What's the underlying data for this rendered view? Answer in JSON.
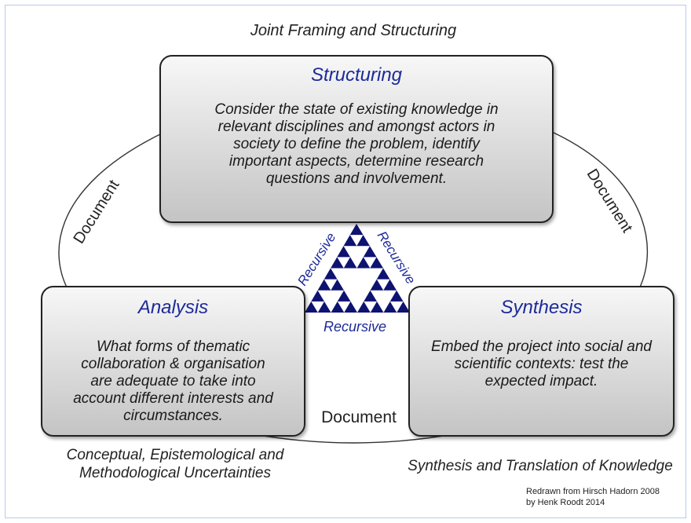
{
  "diagram": {
    "top_caption": "Joint Framing and Structuring",
    "structuring": {
      "title": "Structuring",
      "body": "Consider the state of existing knowledge in relevant disciplines and amongst actors in society to define the problem, identify important aspects, determine research questions and involvement."
    },
    "analysis": {
      "title": "Analysis",
      "body": "What forms of thematic collaboration & organisation are adequate to take into account different interests and circumstances."
    },
    "synthesis": {
      "title": "Synthesis",
      "body": "Embed the project into social and scientific contexts: test the expected impact."
    },
    "edge_labels": {
      "left": "Document",
      "right": "Document",
      "bottom": "Document"
    },
    "triangle_labels": {
      "left": "Recursive",
      "right": "Recursive",
      "bottom": "Recursive"
    },
    "bottom_left_caption": "Conceptual, Epistemological and Methodological Uncertainties",
    "bottom_right_caption": "Synthesis and Translation of Knowledge",
    "credit_line1": "Redrawn from Hirsch Hadorn 2008",
    "credit_line2": "by Henk Roodt 2014"
  },
  "colors": {
    "title_blue": "#1d2a9a",
    "triangle_navy": "#0e1270",
    "frame_border": "#b5cce6"
  },
  "icons": [
    "sierpinski-triangle-icon",
    "recursion-glyph-icon"
  ]
}
